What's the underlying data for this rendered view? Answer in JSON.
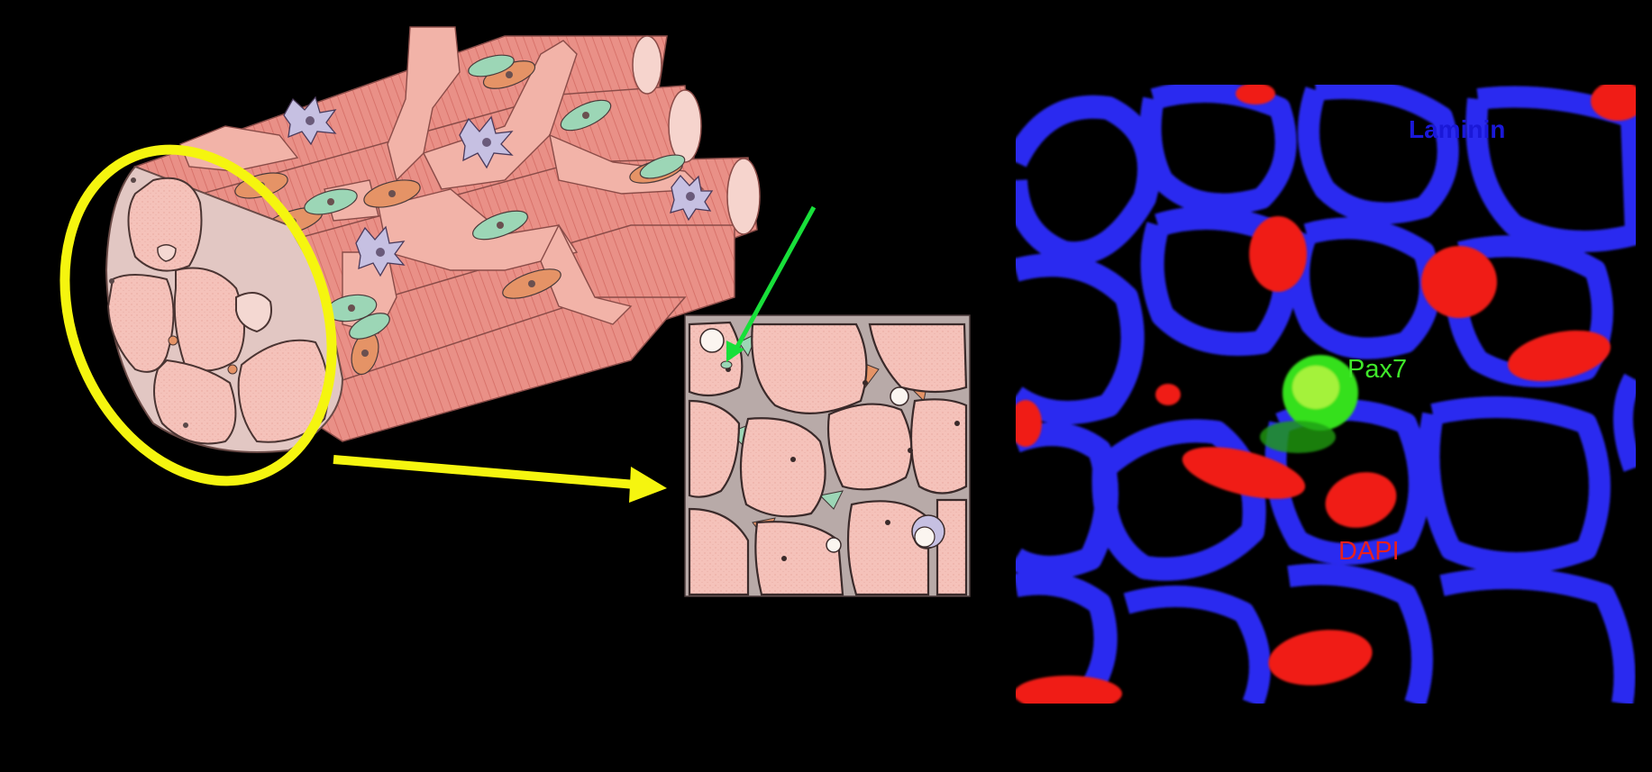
{
  "labels": {
    "laminin": "Laminin",
    "pax7": "Pax7",
    "dapi": "DAPI"
  },
  "colors": {
    "background": "#000000",
    "muscle_fiber": "#f2b5ae",
    "muscle_fiber_dark": "#e8877f",
    "endomysium": "#f4c4ba",
    "satellite_cell": "#9cd6b6",
    "fibroblast": "#e59366",
    "macrophage": "#c6c0e2",
    "highlight_ellipse": "#f5f50f",
    "pointer_arrow": "#18e03a",
    "laminin_stain": "#2a2cf0",
    "pax7_stain": "#36e01a",
    "dapi_stain": "#f01a18",
    "label_laminin": "#1a18d8",
    "label_pax7": "#3fe82a",
    "label_dapi": "#e8201c"
  },
  "icons": {
    "zoom_arrow": "yellow-arrow-icon",
    "pointer_arrow": "green-arrow-icon"
  }
}
